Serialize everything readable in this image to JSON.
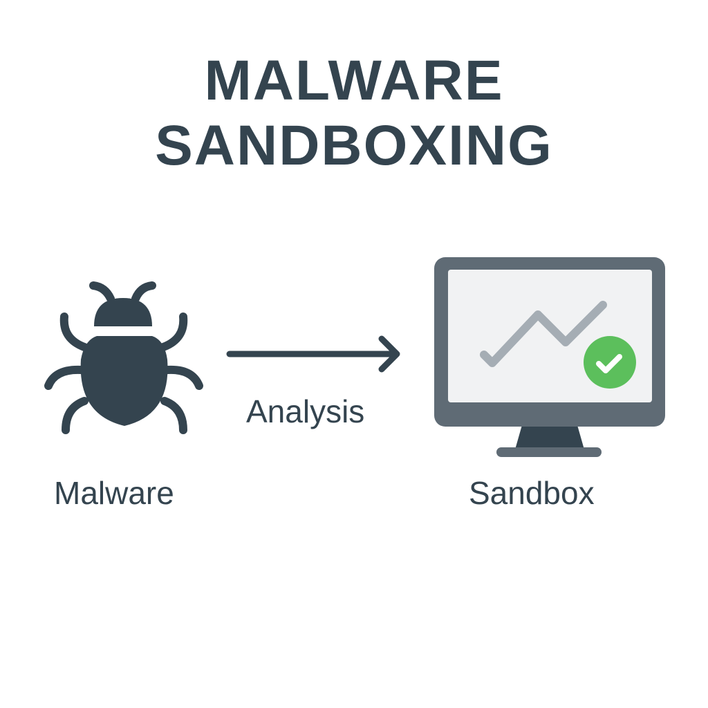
{
  "title": {
    "line1": "MALWARE",
    "line2": "SANDBOXING"
  },
  "nodes": [
    {
      "id": "malware",
      "label": "Malware",
      "icon": "bug-icon"
    },
    {
      "id": "sandbox",
      "label": "Sandbox",
      "icon": "monitor-icon",
      "badge": "check-circle-icon"
    }
  ],
  "edges": [
    {
      "from": "malware",
      "to": "sandbox",
      "label": "Analysis",
      "icon": "arrow-right-icon"
    }
  ],
  "colors": {
    "primary": "#34444f",
    "monitor_frame": "#5f6b75",
    "screen": "#f1f2f3",
    "graph_line": "#a5adb4",
    "success": "#5cbf5c"
  }
}
